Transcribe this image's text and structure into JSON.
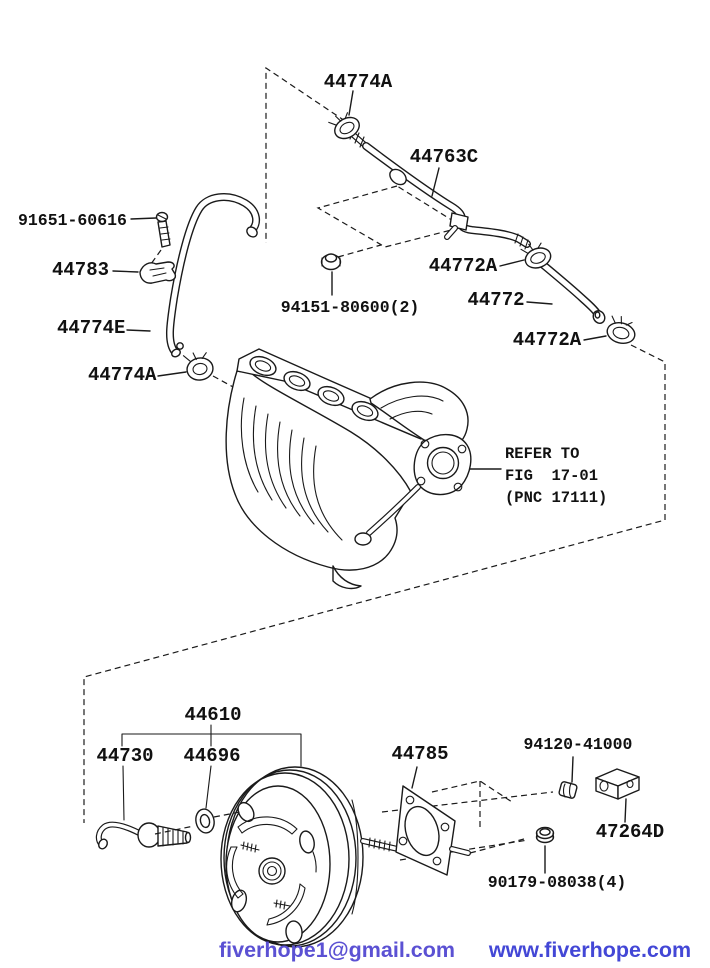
{
  "diagram": {
    "labels": {
      "clamp_upper": "44774A",
      "pipe": "44763C",
      "union_bolt": "91651-60616",
      "pipe_clamp": "44783",
      "hose_clamp_a": "44772A",
      "union_nut": "94151-80600(2)",
      "hose": "44772",
      "hose_e": "44774E",
      "hose_clamp_b": "44772A",
      "manifold_clamp": "44774A",
      "booster_assembly": "44610",
      "check_valve": "44730",
      "grommet": "44696",
      "gasket": "44785",
      "spacer": "94120-41000",
      "clamp_block": "47264D",
      "booster_nut": "90179-08038(4)"
    },
    "refer_note": {
      "line1": "REFER TO",
      "line2": "FIG  17-01",
      "line3": "(PNC 17111)"
    },
    "colors": {
      "line": "#1a1a1a",
      "background": "#ffffff"
    }
  },
  "footer": {
    "email": "fiverhope1@gmail.com",
    "website": "www.fiverhope.com",
    "email_color": "#5b51d3",
    "website_color": "#4347d6"
  }
}
